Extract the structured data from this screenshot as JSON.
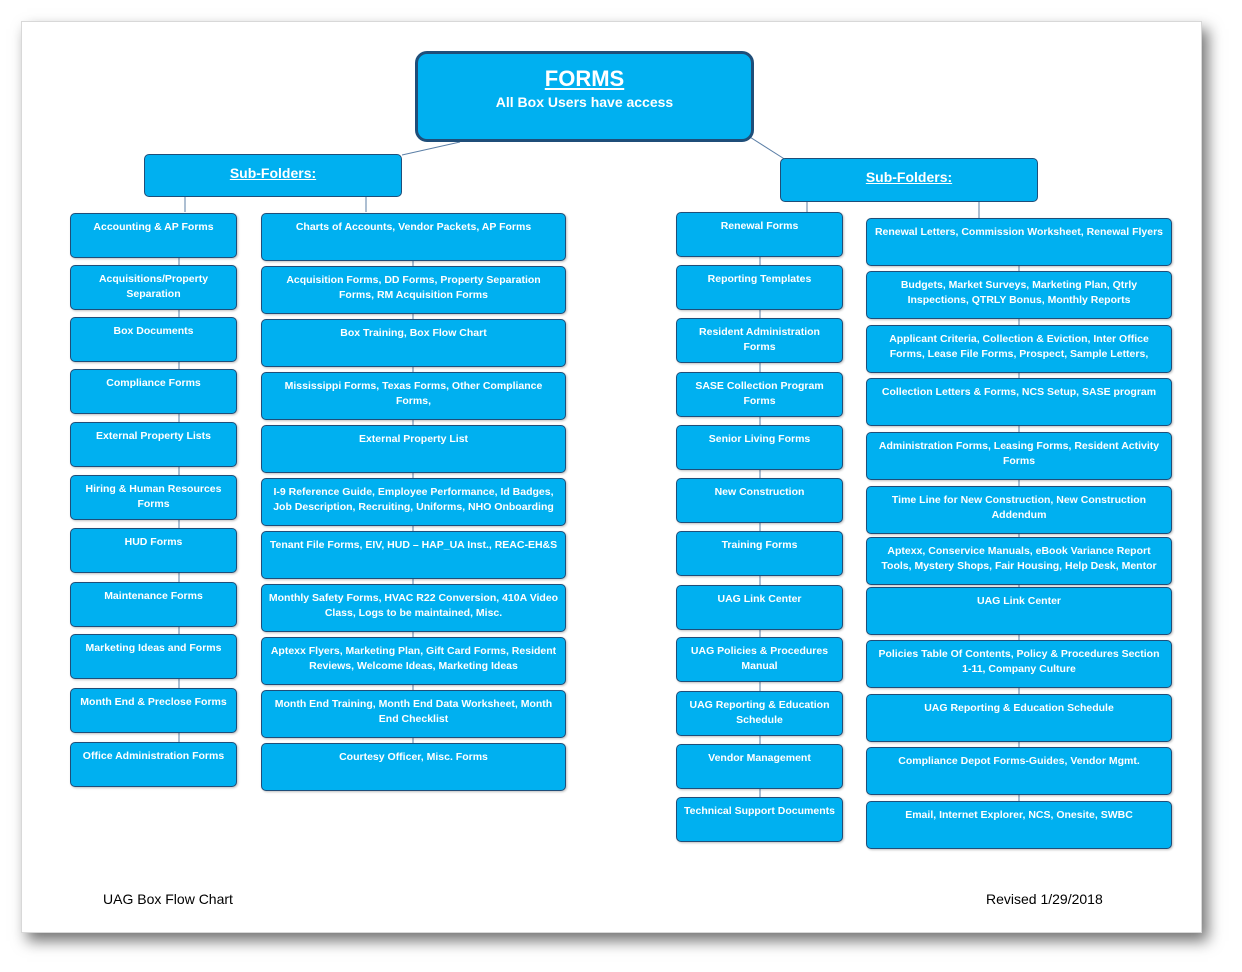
{
  "root": {
    "title": "FORMS",
    "subtitle": "All Box Users have access"
  },
  "left": {
    "header": "Sub-Folders:",
    "folders": [
      "Accounting & AP Forms",
      "Acquisitions/Property Separation",
      "Box Documents",
      "Compliance Forms",
      "External Property Lists",
      "Hiring & Human Resources Forms",
      "HUD Forms",
      "Maintenance Forms",
      "Marketing Ideas and Forms",
      "Month End & Preclose Forms",
      "Office Administration Forms"
    ],
    "contents": [
      "Charts of Accounts, Vendor Packets, AP Forms",
      "Acquisition Forms, DD Forms, Property Separation Forms, RM Acquisition Forms",
      "Box Training, Box Flow Chart",
      "Mississippi Forms, Texas Forms, Other Compliance Forms,",
      "External Property List",
      "I-9 Reference Guide, Employee Performance, Id Badges, Job Description, Recruiting, Uniforms, NHO Onboarding",
      "Tenant File Forms, EIV, HUD – HAP_UA Inst., REAC-EH&S",
      "Monthly Safety Forms, HVAC R22 Conversion, 410A Video Class, Logs to be maintained, Misc.",
      "Aptexx Flyers, Marketing Plan, Gift Card Forms, Resident Reviews, Welcome Ideas, Marketing Ideas",
      "Month End Training, Month End Data Worksheet, Month End Checklist",
      "Courtesy Officer, Misc. Forms"
    ]
  },
  "right": {
    "header": "Sub-Folders:",
    "folders": [
      "Renewal Forms",
      "Reporting Templates",
      "Resident Administration Forms",
      "SASE Collection Program Forms",
      "Senior Living Forms",
      "New Construction",
      "Training Forms",
      "UAG Link Center",
      "UAG Policies & Procedures Manual",
      "UAG Reporting & Education Schedule",
      "Vendor Management",
      "Technical Support Documents"
    ],
    "contents": [
      "Renewal Letters, Commission Worksheet, Renewal Flyers",
      "Budgets, Market Surveys, Marketing Plan, Qtrly Inspections, QTRLY Bonus, Monthly Reports",
      "Applicant Criteria, Collection & Eviction, Inter Office Forms, Lease File Forms, Prospect, Sample Letters,",
      "Collection Letters & Forms, NCS Setup, SASE program",
      "Administration Forms, Leasing Forms, Resident Activity Forms",
      "Time Line for New Construction, New Construction Addendum",
      "Aptexx, Conservice Manuals, eBook Variance Report Tools, Mystery Shops, Fair Housing, Help Desk, Mentor",
      "UAG Link Center",
      "Policies Table Of Contents, Policy & Procedures Section 1-11, Company Culture",
      "UAG Reporting & Education Schedule",
      "Compliance Depot Forms-Guides, Vendor Mgmt.",
      "Email, Internet Explorer, NCS, Onesite, SWBC"
    ]
  },
  "footer": {
    "left": "UAG Box Flow Chart",
    "right": "Revised 1/29/2018"
  }
}
